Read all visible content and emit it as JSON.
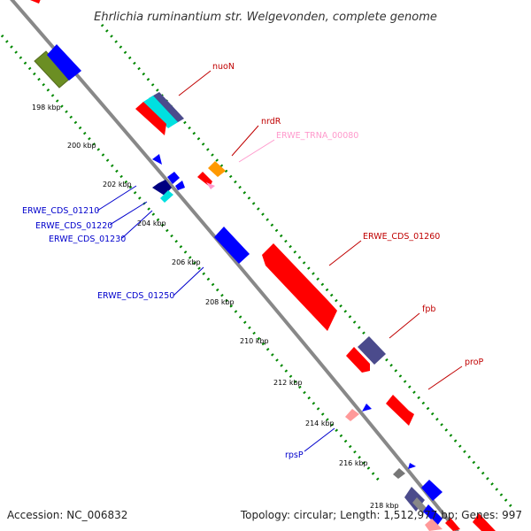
{
  "header": {
    "title": "Ehrlichia ruminantium str. Welgevonden, complete genome"
  },
  "footer": {
    "accession": "Accession: NC_006832",
    "summary": "Topology: circular; Length: 1,512,977 bp; Genes: 997"
  },
  "ticks": [
    "198 kbp",
    "200 kbp",
    "202 kbp",
    "204 kbp",
    "206 kbp",
    "208 kbp",
    "210 kbp",
    "212 kbp",
    "214 kbp",
    "216 kbp",
    "218 kbp"
  ],
  "labels": {
    "nuoN": "nuoN",
    "nrdR": "nrdR",
    "trna": "ERWE_TRNA_00080",
    "cds1260": "ERWE_CDS_01260",
    "fpb": "fpb",
    "proP": "proP",
    "cds1210": "ERWE_CDS_01210",
    "cds1220": "ERWE_CDS_01220",
    "cds1230": "ERWE_CDS_01230",
    "cds1250": "ERWE_CDS_01250",
    "rpsP": "rpsP"
  },
  "colors": {
    "forward_cds": "#ff0000",
    "reverse_cds": "#0000ff",
    "forward_label": "#c00000",
    "reverse_label": "#0000cc",
    "trna": "#ff99cc",
    "cyan_feature": "#00e0e0",
    "purple_feature": "#4b4b8c",
    "orange_feature": "#ff9900",
    "olive_feature": "#6b8e23",
    "navy_feature": "#000080",
    "backbone": "#888888",
    "tick_dots": "#008800"
  }
}
